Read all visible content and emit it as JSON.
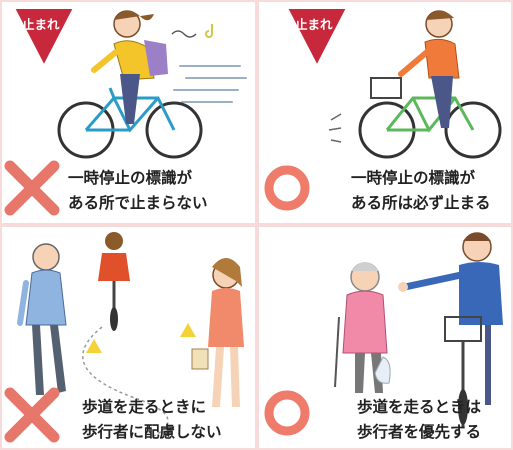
{
  "panels": [
    {
      "id": "p1",
      "verdict": "wrong",
      "sign_text": "止まれ",
      "caption": [
        "一時停止の標識が",
        "ある所で止まらない"
      ]
    },
    {
      "id": "p2",
      "verdict": "right",
      "sign_text": "止まれ",
      "caption": [
        "一時停止の標識が",
        "ある所は必ず止まる"
      ]
    },
    {
      "id": "p3",
      "verdict": "wrong",
      "caption": [
        "歩道を走るときに",
        "歩行者に配慮しない"
      ]
    },
    {
      "id": "p4",
      "verdict": "right",
      "caption": [
        "歩道を走るときは",
        "歩行者を優先する"
      ]
    }
  ],
  "colors": {
    "border": "#f7dada",
    "cross": "#e8776b",
    "circle": "#ef7b6a",
    "sign": "#c8283c"
  }
}
